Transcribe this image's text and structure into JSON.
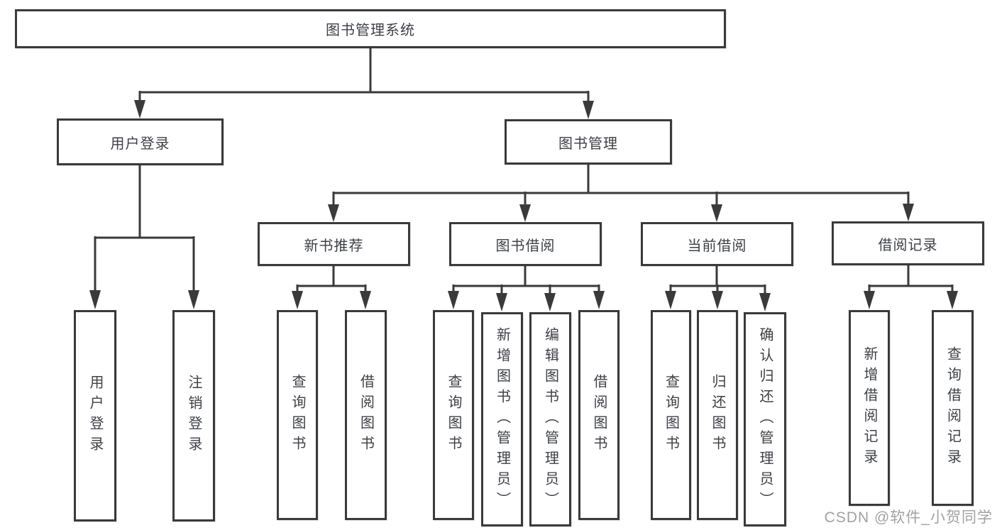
{
  "nodes": {
    "root": "图书管理系统",
    "l2": [
      "用户登录",
      "图书管理"
    ],
    "l3": [
      "新书推荐",
      "图书借阅",
      "当前借阅",
      "借阅记录"
    ],
    "l4": [
      "用户登录",
      "注销登录",
      "查询图书",
      "借阅图书",
      "查询图书",
      "新增图书（管理员）",
      "编辑图书（管理员）",
      "借阅图书",
      "查询图书",
      "归还图书",
      "确认归还（管理员）",
      "新增借阅记录",
      "查询借阅记录"
    ]
  },
  "watermark": "CSDN @软件_小贺同学",
  "colors": {
    "line": "#3a3a3a",
    "box_border": "#3a3a3a",
    "text": "#3d4046",
    "watermark": "#8c8c8c",
    "background": "#ffffff"
  }
}
